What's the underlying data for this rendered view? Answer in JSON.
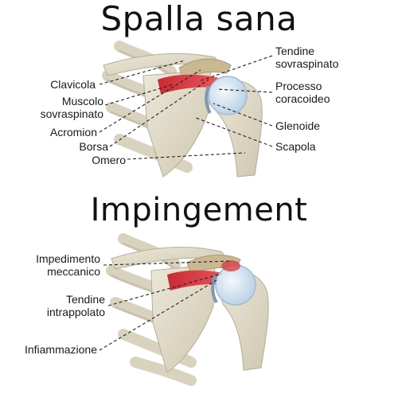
{
  "top": {
    "title": "Spalla sana",
    "labels_left": {
      "clavicola": "Clavicola",
      "muscolo_line1": "Muscolo",
      "muscolo_line2": "sovraspinato",
      "acromion": "Acromion",
      "borsa": "Borsa",
      "omero": "Omero"
    },
    "labels_right": {
      "tendine_line1": "Tendine",
      "tendine_line2": "sovraspinato",
      "processo_line1": "Processo",
      "processo_line2": "coracoideo",
      "glenoide": "Glenoide",
      "scapola": "Scapola"
    }
  },
  "bottom": {
    "title": "Impingement",
    "labels": {
      "impedimento_line1": "Impedimento",
      "impedimento_line2": "meccanico",
      "tendine_line1": "Tendine",
      "tendine_line2": "intrappolato",
      "infiammazione": "Infiammazione"
    }
  },
  "colors": {
    "bone": "#e2dccb",
    "bone_shadow": "#b9b19c",
    "muscle": "#d8353c",
    "cartilage": "#cfe0ee",
    "leader": "#222222"
  }
}
